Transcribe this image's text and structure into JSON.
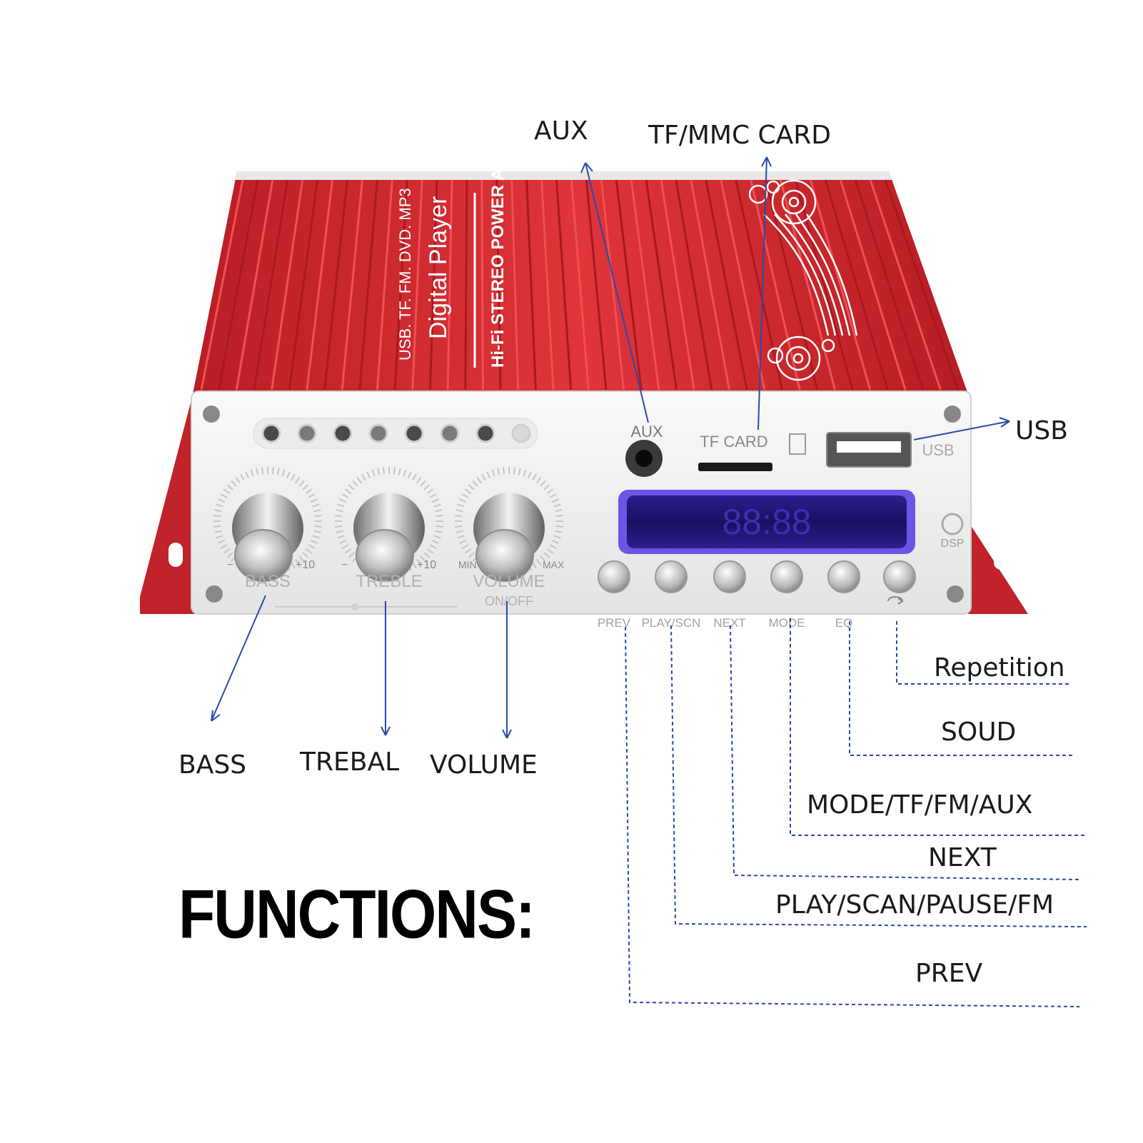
{
  "device": {
    "side_text": {
      "line1": "USB. TF. FM. DVD. MP3",
      "line2": "Digital  Player",
      "line3": "Hi-Fi STEREO POWER AMPLIFIER"
    },
    "panel": {
      "aux": "AUX",
      "tf_card": "TF  CARD",
      "usb": "USB",
      "dsp": "DSP",
      "knobs": [
        {
          "name": "BASS",
          "min": "−",
          "max": "+10"
        },
        {
          "name": "TREBLE",
          "min": "−",
          "max": "+10"
        },
        {
          "name": "VOLUME",
          "min": "MIN",
          "max": "MAX",
          "sub": "ON/OFF"
        }
      ],
      "buttons": [
        "PREV",
        "PLAY/SCN",
        "NEXT",
        "MODE",
        "EQ",
        ""
      ],
      "display": "88:88"
    }
  },
  "callouts": {
    "aux": "AUX",
    "tf_mmc_card": "TF/MMC CARD",
    "usb": "USB",
    "bass": "BASS",
    "trebal": "TREBAL",
    "volume": "VOLUME",
    "repetition": "Repetition",
    "soud": "SOUD",
    "mode": "MODE/TF/FM/AUX",
    "next": "NEXT",
    "play": "PLAY/SCAN/PAUSE/FM",
    "prev": "PREV"
  },
  "title": "FUNCTIONS:",
  "colors": {
    "body_red": "#d8262c",
    "panel_silver": "#f1f1f1",
    "display_blue": "#5a48d6",
    "leader_blue": "#2a4aa8"
  }
}
